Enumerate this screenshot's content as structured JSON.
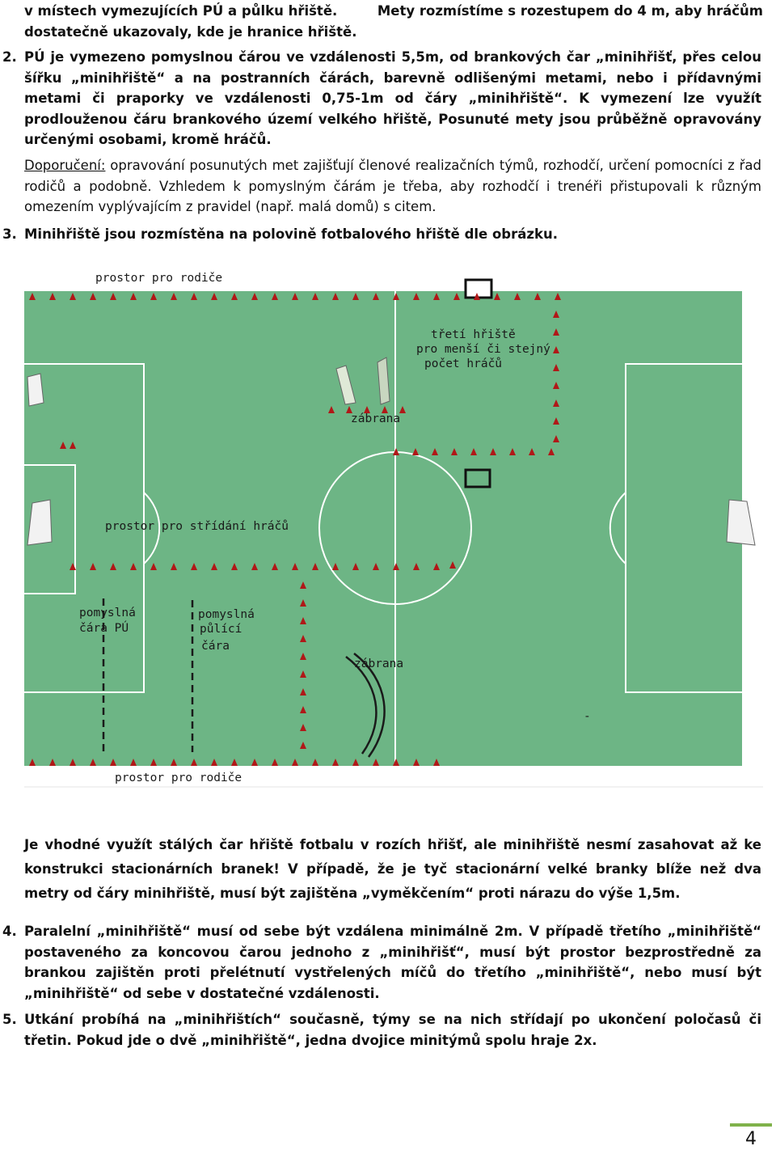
{
  "top": {
    "left_line1": "v místech vymezujících PÚ a půlku hřiště.",
    "left_line2": "dostatečně ukazovaly, kde je hranice hřiště.",
    "right_line1": "Mety rozmístíme s rozestupem do 4 m, aby hráčům"
  },
  "item2": {
    "num": "2.",
    "bold_text": "PÚ je vymezeno pomyslnou čárou ve vzdálenosti 5,5m, od brankových čar „minihřišť, přes celou šířku „minihřiště“ a na postranních čárách, barevně odlišenými metami, nebo i přídavnými metami či praporky ve vzdálenosti 0,75-1m od čáry „minihřiště“. K vymezení lze využít prodlouženou čáru brankového území velkého hřiště, Posunuté mety jsou průběžně opravovány určenými osobami, kromě hráčů.",
    "rec_label": "Doporučení:",
    "rec_text": " opravování posunutých met zajišťují členové realizačních týmů, rozhodčí, určení pomocníci z řad rodičů a podobně. Vzhledem k pomyslným čárám je třeba, aby rozhodčí i trenéři přistupovali k různým omezením vyplývajícím z pravidel (např. malá domů) s citem."
  },
  "item3": {
    "num": "3.",
    "text": "Minihřiště jsou rozmístěna na polovině fotbalového hřiště dle obrázku."
  },
  "figure": {
    "label_parents_top": "prostor pro rodiče",
    "label_third_1": "třetí hřiště",
    "label_third_2": "pro menší či stejný",
    "label_third_3": "počet hráčů",
    "label_barrier_top": "zábrana",
    "label_subs": "prostor pro střídání hráčů",
    "label_pu_1": "pomyslná",
    "label_pu_2": "čára PÚ",
    "label_half_1": "pomyslná",
    "label_half_2": "půlící",
    "label_half_3": "čára",
    "label_barrier_bottom": "zábrana",
    "label_parents_bottom": "prostor pro rodiče",
    "label_dash": "-",
    "field_color": "#6db585",
    "cone_color": "#b01818"
  },
  "para_after": {
    "text": "Je vhodné využít stálých čar hřiště fotbalu v rozích hřišť, ale minihřiště nesmí zasahovat až ke konstrukci stacionárních branek! V případě, že je tyč stacionární velké branky blíže než dva metry od čáry minihřiště, musí být zajištěna „vyměkčením“ proti nárazu do výše 1,5m."
  },
  "item4": {
    "num": "4.",
    "text": "Paralelní „minihřiště“ musí od sebe být vzdálena minimálně 2m. V případě třetího „minihřiště“ postaveného za koncovou čarou jednoho z „minihřišť“, musí být prostor bezprostředně za brankou zajištěn proti přelétnutí vystřelených míčů do třetího „minihřiště“, nebo musí být „minihřiště“ od sebe v dostatečné vzdálenosti."
  },
  "item5": {
    "num": "5.",
    "text": "Utkání probíhá na „minihřištích“ současně, týmy se na nich střídají po ukončení poločasů či třetin. Pokud jde o dvě „minihřiště“, jedna dvojice minitýmů spolu hraje 2x."
  },
  "page": {
    "number": "4",
    "accent": "#7fb24a"
  }
}
